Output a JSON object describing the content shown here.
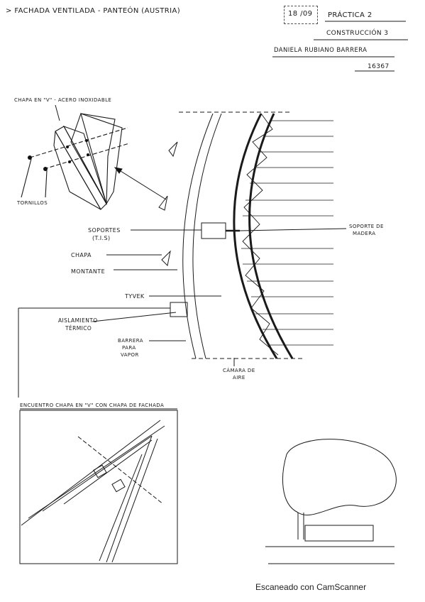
{
  "header": {
    "title": "> Fachada ventilada - Panteón (Austria)",
    "date": "18 /09",
    "practice": "Práctica 2",
    "course": "Construcción 3",
    "author": "Daniela Rubiano Barrera",
    "student_id": "16367"
  },
  "labels": {
    "chapa_v": "Chapa en \"V\" - acero inoxidable",
    "tornillos": "Tornillos",
    "soportes": "Soportes",
    "tis": "(T.I.S)",
    "chapa": "Chapa",
    "montante": "Montante",
    "tyvek": "Tyvek",
    "aislamiento": "Aislamiento",
    "termico": "térmico",
    "barrera1": "Barrera",
    "barrera2": "para",
    "barrera3": "vapor",
    "camara1": "Cámara de",
    "camara2": "aire",
    "soporte_madera1": "Soporte de",
    "soporte_madera2": "madera",
    "encuentro": "Encuentro chapa en \"V\" con chapa de fachada"
  },
  "footer": {
    "scanner": "Escaneado con CamScanner"
  }
}
